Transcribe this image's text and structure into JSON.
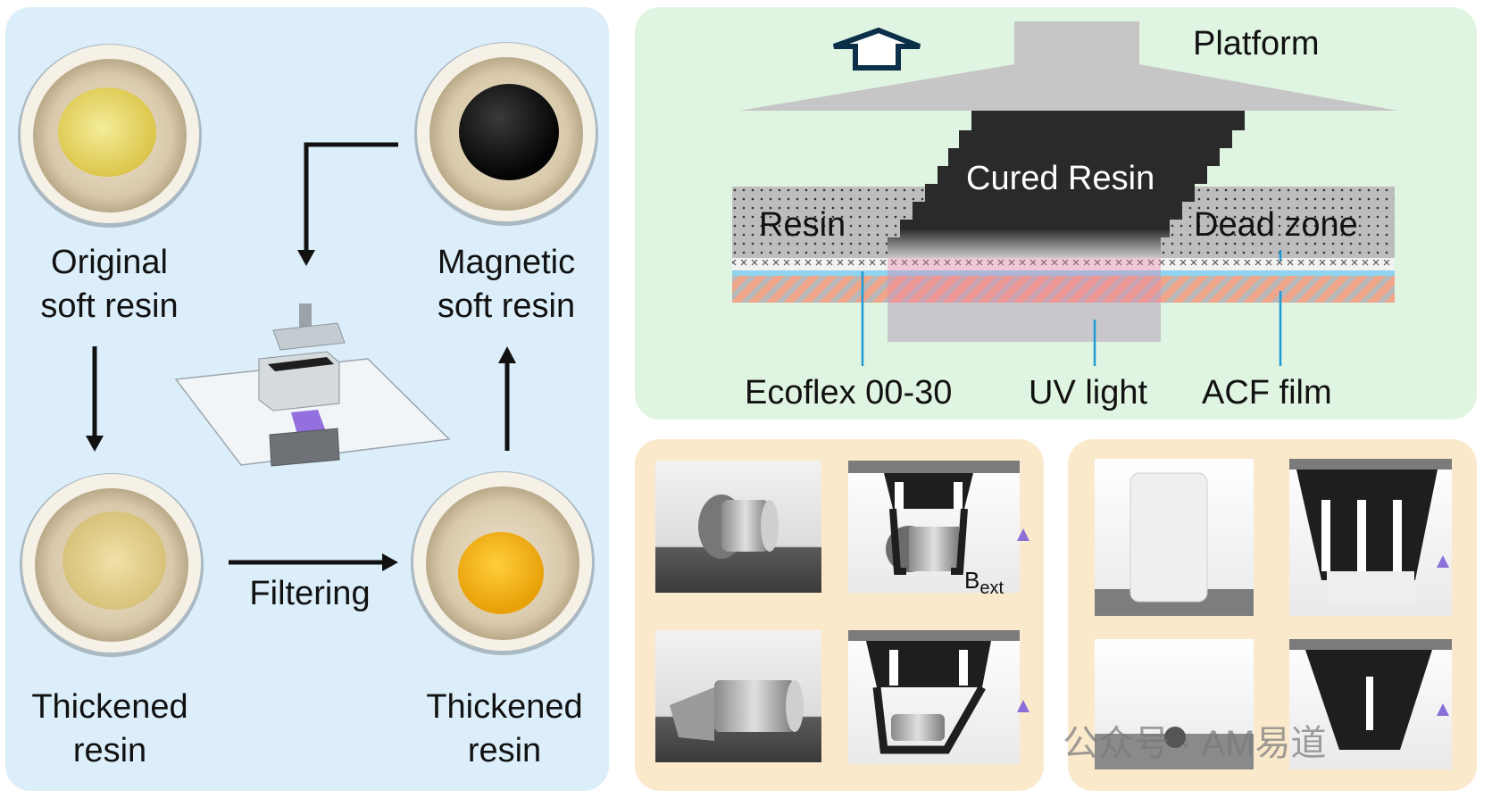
{
  "left": {
    "label_original": "Original\nsoft resin",
    "label_magnetic": "Magnetic\nsoft resin",
    "label_thickened_left": "Thickened\nresin",
    "label_thickened_right": "Thickened\nresin",
    "label_filtering": "Filtering"
  },
  "top_right": {
    "platform": "Platform",
    "cured_resin": "Cured Resin",
    "resin": "Resin",
    "dead_zone": "Dead zone",
    "ecoflex": "Ecoflex 00-30",
    "uv_light": "UV light",
    "acf_film": "ACF film"
  },
  "bottom_right": {
    "bext_main": "B",
    "bext_sub": "ext"
  },
  "watermark": "公众号 · AM易道",
  "colors": {
    "left_panel": "#dbeefa",
    "top_right_panel": "#e0f4e2",
    "photo_panels": "#fbe9cc",
    "cured_resin": "#2a2a2a",
    "uv_light": "#c8c8cc",
    "arrow_blue": "#3f7fd6"
  }
}
